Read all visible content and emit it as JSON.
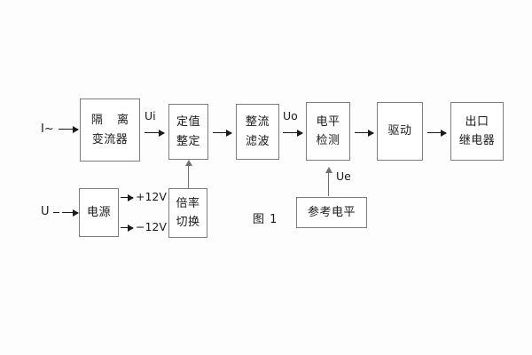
{
  "figure": {
    "caption": "图 1",
    "inputs": [
      {
        "id": "current-input",
        "label": "I~"
      },
      {
        "id": "voltage-input",
        "label": "U"
      }
    ],
    "blocks": [
      {
        "id": "isolation-transformer",
        "line1": "隔 离",
        "line2": "变流器"
      },
      {
        "id": "setpoint-adjust",
        "line1": "定值",
        "line2": "整定"
      },
      {
        "id": "rectify-filter",
        "line1": "整流",
        "line2": "滤波"
      },
      {
        "id": "level-detect",
        "line1": "电平",
        "line2": "检测"
      },
      {
        "id": "driver",
        "line1": "驱动",
        "line2": ""
      },
      {
        "id": "output-relay",
        "line1": "出口",
        "line2": "继电器"
      },
      {
        "id": "power-supply",
        "line1": "电源",
        "line2": ""
      },
      {
        "id": "multiplier-switch",
        "line1": "倍率",
        "line2": "切换"
      },
      {
        "id": "reference-level",
        "line1": "参考电平",
        "line2": ""
      }
    ],
    "signals": [
      {
        "id": "ui",
        "label": "Ui"
      },
      {
        "id": "uo",
        "label": "Uo"
      },
      {
        "id": "ue",
        "label": "Ue"
      }
    ],
    "rails": [
      {
        "id": "rail-positive",
        "label": "+12V"
      },
      {
        "id": "rail-negative",
        "label": "−12V"
      }
    ],
    "colors": {
      "box_border": "#7d7d7d",
      "line": "#1a1a1a",
      "text": "#1a1a1a",
      "background": "#fdfdfd"
    }
  }
}
